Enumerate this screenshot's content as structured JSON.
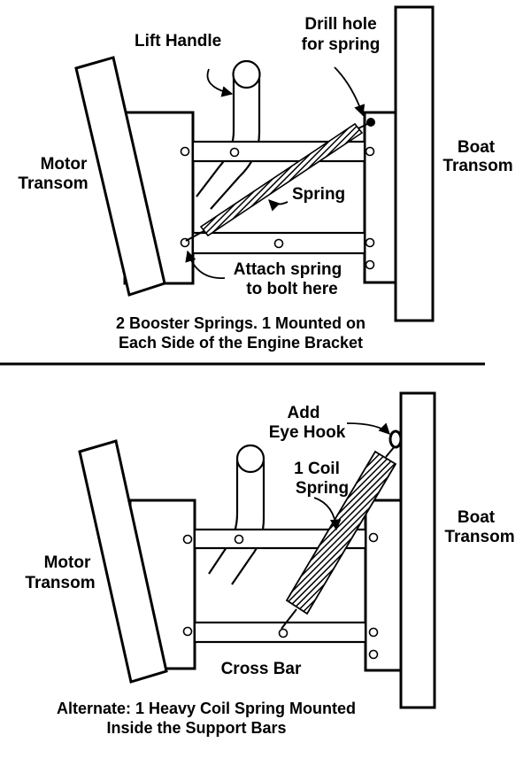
{
  "top": {
    "lift_handle": "Lift Handle",
    "drill_hole_line1": "Drill hole",
    "drill_hole_line2": "for spring",
    "boat_transom_line1": "Boat",
    "boat_transom_line2": "Transom",
    "motor_transom_line1": "Motor",
    "motor_transom_line2": "Transom",
    "spring": "Spring",
    "attach_line1": "Attach spring",
    "attach_line2": "to bolt here",
    "caption_line1": "2 Booster Springs. 1 Mounted on",
    "caption_line2": "Each Side of the Engine Bracket"
  },
  "bottom": {
    "add_eye_hook_line1": "Add",
    "add_eye_hook_line2": "Eye Hook",
    "coil_spring_line1": "1 Coil",
    "coil_spring_line2": "Spring",
    "boat_transom_line1": "Boat",
    "boat_transom_line2": "Transom",
    "motor_transom_line1": "Motor",
    "motor_transom_line2": "Transom",
    "cross_bar": "Cross Bar",
    "caption_line1": "Alternate: 1 Heavy Coil Spring Mounted",
    "caption_line2": "Inside the Support Bars"
  }
}
